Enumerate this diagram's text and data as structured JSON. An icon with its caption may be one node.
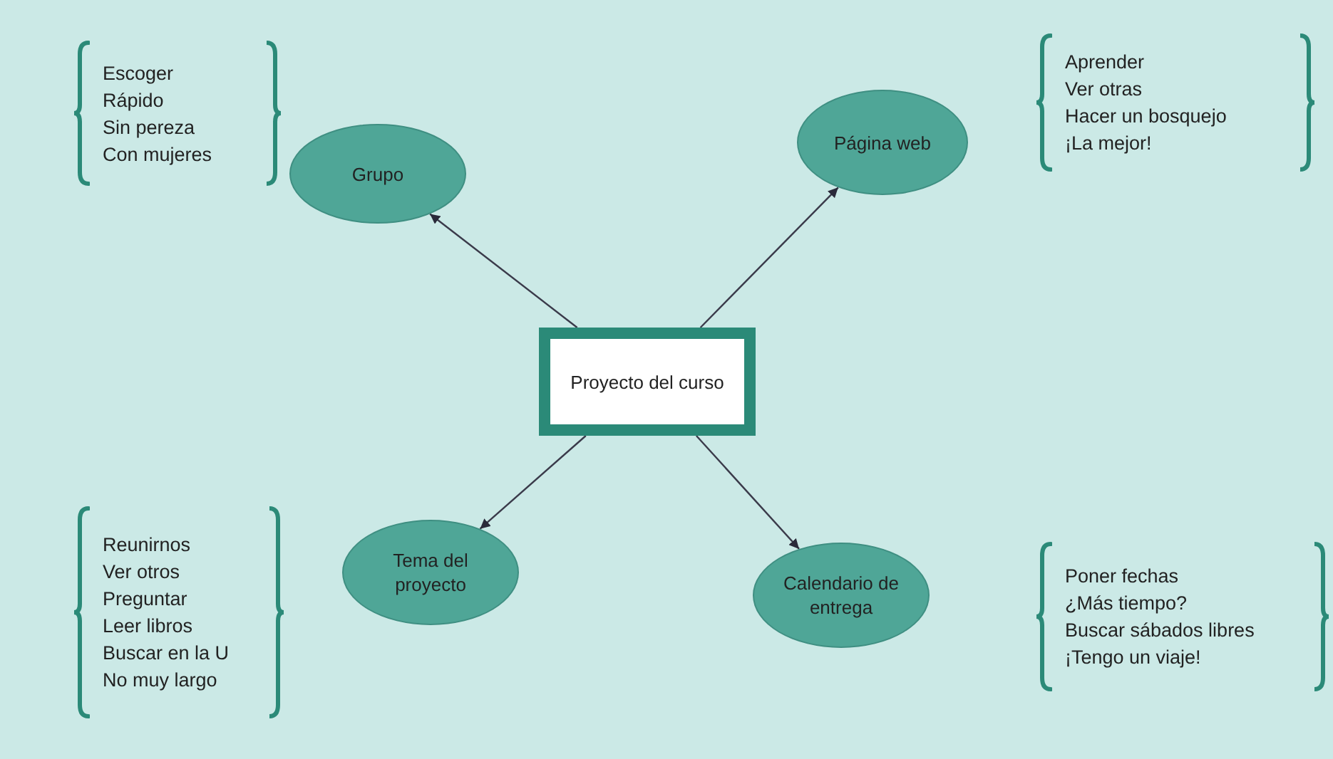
{
  "diagram": {
    "nodes": [
      {
        "text": [
          "Proyecto del curso"
        ]
      },
      {
        "text": [
          "Grupo"
        ],
        "beside": [
          "Escoger",
          "Rápido",
          "Sin pereza",
          "Con mujeres"
        ]
      },
      {
        "text": [
          "Página web"
        ],
        "beside": [
          "Aprender",
          "Ver otras",
          "Hacer un bosquejo",
          "¡La mejor!"
        ]
      },
      {
        "text": [
          "Tema del proyecto"
        ],
        "beside": [
          "Reunirnos",
          "Ver otros",
          "Preguntar",
          "Leer libros",
          "Buscar en la U",
          "No muy largo"
        ]
      },
      {
        "text": [
          "Calendario de entrega"
        ],
        "beside": [
          "Poner fechas",
          "¿Más tiempo?",
          "Buscar sábados libres",
          "¡Tengo un viaje!"
        ]
      }
    ],
    "edges": [
      {
        "from": 0,
        "to": 1,
        "arrow": "to"
      },
      {
        "from": 0,
        "to": 2,
        "arrow": "to"
      },
      {
        "from": 0,
        "to": 3,
        "arrow": "to"
      },
      {
        "from": 0,
        "to": 4,
        "arrow": "to"
      }
    ]
  }
}
